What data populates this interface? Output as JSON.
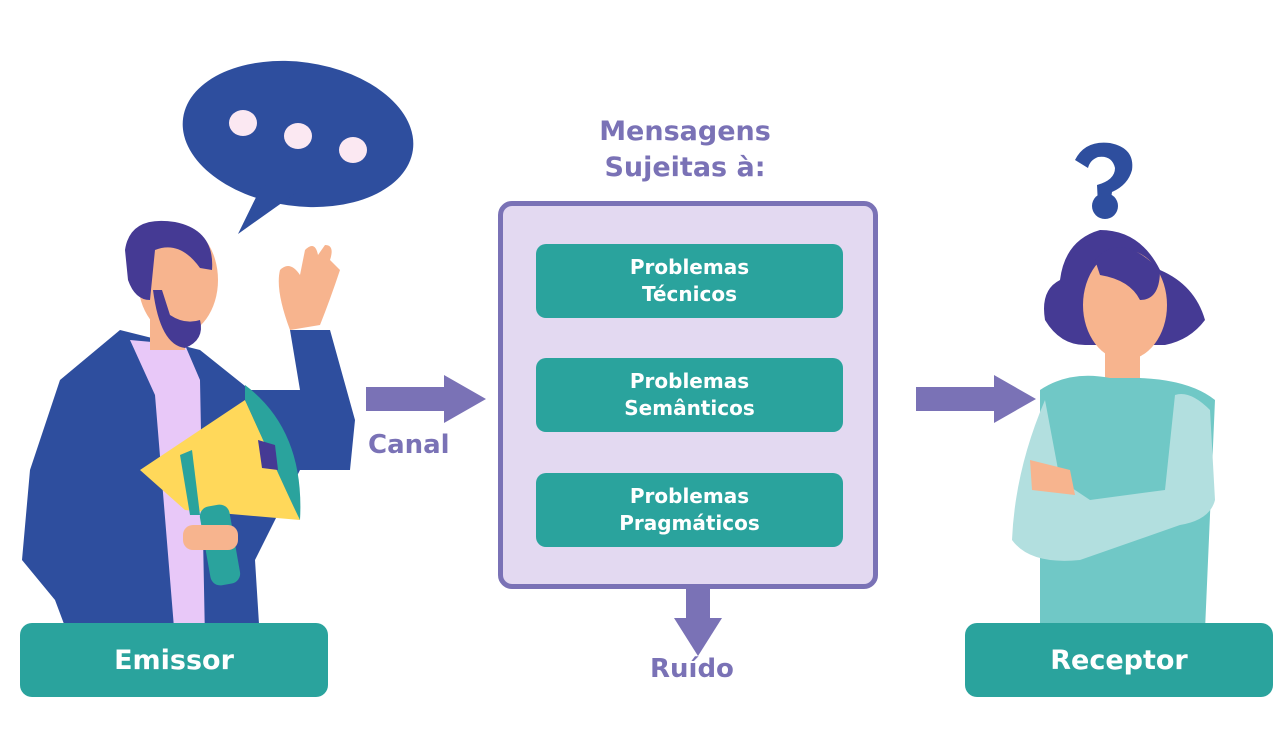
{
  "diagram": {
    "title_line1": "Mensagens",
    "title_line2": "Sujeitas à:",
    "sender": {
      "label": "Emissor"
    },
    "receiver": {
      "label": "Receptor"
    },
    "channel_label": "Canal",
    "noise_label": "Ruído",
    "problems": [
      {
        "line1": "Problemas",
        "line2": "Técnicos"
      },
      {
        "line1": "Problemas",
        "line2": "Semânticos"
      },
      {
        "line1": "Problemas",
        "line2": "Pragmáticos"
      }
    ],
    "icons": {
      "speech_bubble": "speech-bubble-icon",
      "question_mark": "question-mark-icon",
      "megaphone": "megaphone-icon"
    },
    "colors": {
      "teal": "#2aa39d",
      "purple": "#7a72b6",
      "lavender": "#e3d9f1",
      "navy": "#2e4e9e",
      "hair": "#453a94",
      "skin": "#f7b48e"
    }
  }
}
